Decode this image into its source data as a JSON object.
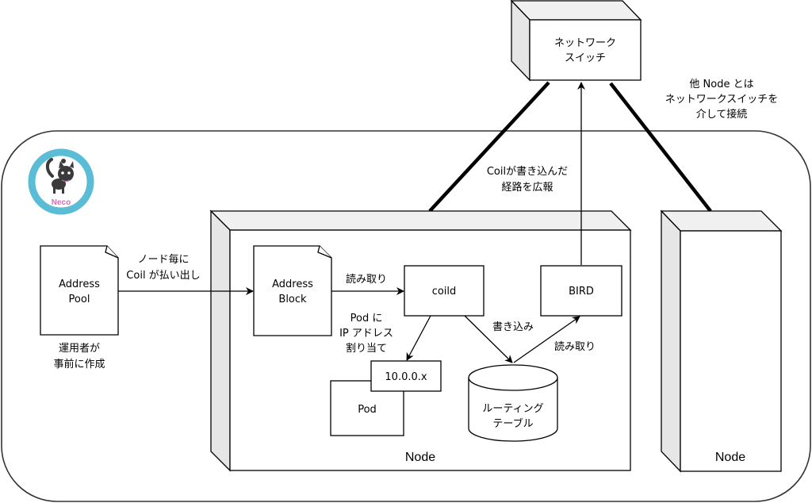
{
  "diagram": {
    "logo": {
      "text": "Neco",
      "ring_color": "#5bbcd6",
      "text_color": "#d070b8",
      "cat_color": "#3a3a3a"
    },
    "network_switch": {
      "line1": "ネットワーク",
      "line2": "スイッチ"
    },
    "other_node_note": {
      "line1": "他 Node とは",
      "line2": "ネットワークスイッチを",
      "line3": "介して接続"
    },
    "advertise_label": {
      "line1": "Coilが書き込んだ",
      "line2": "経路を広報"
    },
    "address_pool": {
      "line1": "Address",
      "line2": "Pool"
    },
    "address_pool_note": {
      "line1": "運用者が",
      "line2": "事前に作成"
    },
    "allocate_label": {
      "line1": "ノード毎に",
      "line2": "Coil が払い出し"
    },
    "address_block": {
      "line1": "Address",
      "line2": "Block"
    },
    "read_label_1": "読み取り",
    "coild": "coild",
    "bird": "BIRD",
    "assign_label": {
      "line1": "Pod に",
      "line2": "IP アドレス",
      "line3": "割り当て"
    },
    "write_label": "書き込み",
    "read_label_2": "読み取り",
    "pod_ip": "10.0.0.x",
    "pod": "Pod",
    "routing_table": {
      "line1": "ルーティング",
      "line2": "テーブル"
    },
    "node_main_label": "Node",
    "node_other_label": "Node",
    "colors": {
      "stroke": "#000000",
      "box_side": "#e6e6e6",
      "box_top": "#f0f0f0",
      "background": "#ffffff"
    }
  }
}
